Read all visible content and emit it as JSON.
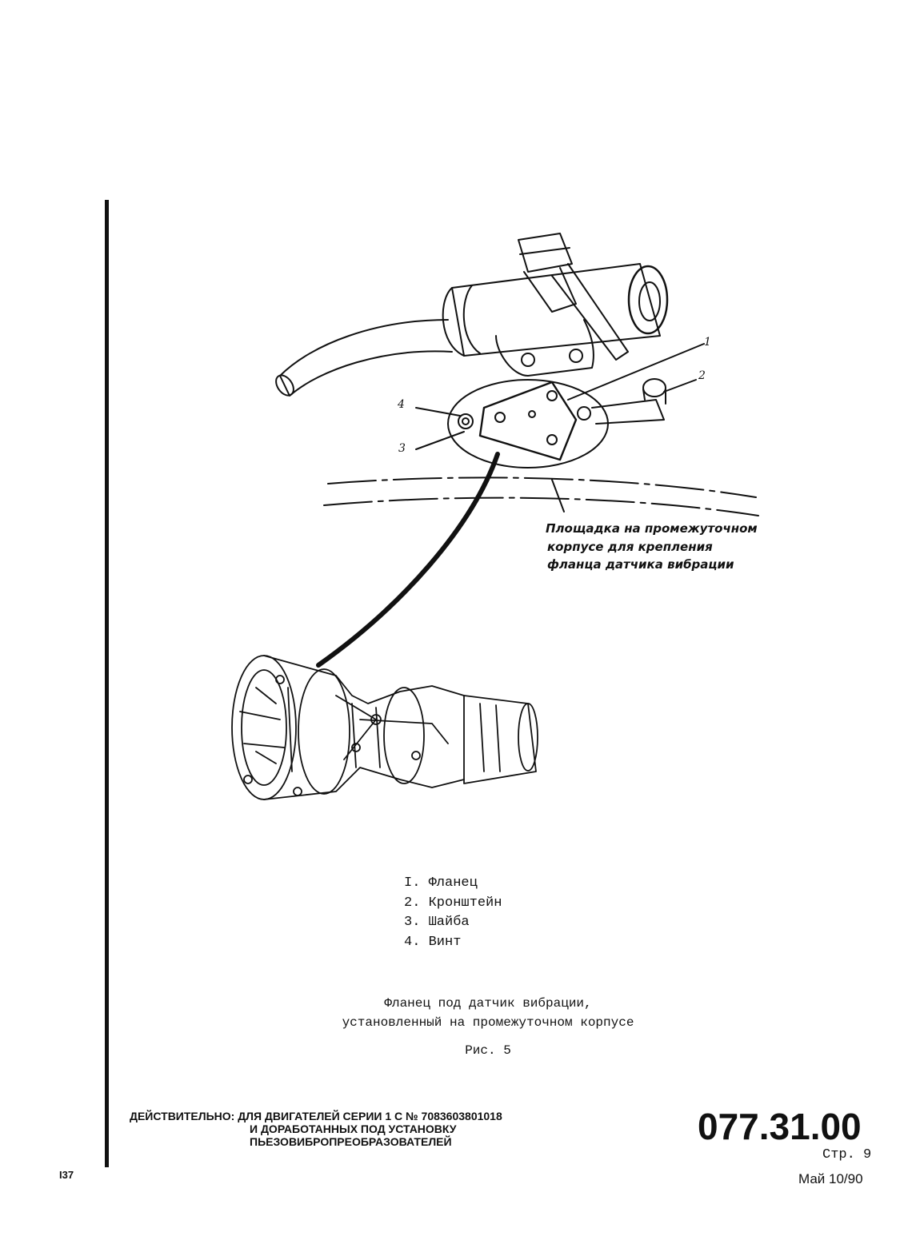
{
  "callouts": {
    "c1": "1",
    "c2": "2",
    "c3": "3",
    "c4": "4"
  },
  "site_note": [
    "Площадка на промежуточном",
    "корпусе для крепления",
    "фланца датчика вибрации"
  ],
  "legend": [
    "I. Фланец",
    "2. Кронштейн",
    "3. Шайба",
    "4. Винт"
  ],
  "caption": {
    "line1": "Фланец под датчик вибрации,",
    "line2": "установленный на промежуточном корпусе",
    "fig": "Рис. 5"
  },
  "footer": {
    "valid_line1": "ДЕЙСТВИТЕЛЬНО: ДЛЯ ДВИГАТЕЛЕЙ СЕРИИ 1 С № 7083603801018",
    "valid_line2": "И ДОРАБОТАННЫХ ПОД УСТАНОВКУ",
    "valid_line3": "ПЬЕЗОВИБРОПРЕОБРАЗОВАТЕЛЕЙ",
    "doc_number": "077.31.00",
    "page": "Стр. 9",
    "date": "Май 10/90",
    "sheet_number": "I37"
  }
}
